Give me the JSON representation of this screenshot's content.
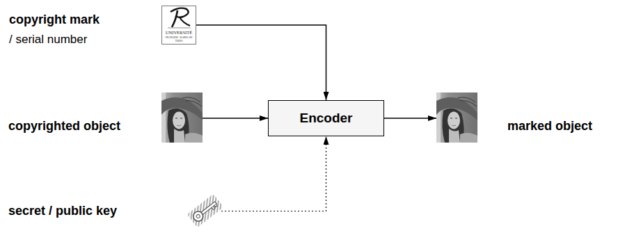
{
  "diagram": {
    "nodes": [
      {
        "text": [
          "copyright mark",
          "/ serial number",
          "UNIVERSITÉ",
          "FRANÇOIS - RABELAIS",
          "TOURS"
        ]
      },
      {
        "text": [
          "copyrighted object"
        ]
      },
      {
        "text": [
          "Encoder"
        ]
      },
      {
        "text": [
          "secret / public key"
        ]
      },
      {
        "text": [
          "marked object"
        ]
      }
    ],
    "edges": [
      {
        "from": 0,
        "to": 2,
        "arrow": "to"
      },
      {
        "from": 1,
        "to": 2,
        "arrow": "to"
      },
      {
        "from": 3,
        "to": 2,
        "arrow": "to"
      },
      {
        "from": 2,
        "to": 4,
        "arrow": "to"
      }
    ]
  }
}
